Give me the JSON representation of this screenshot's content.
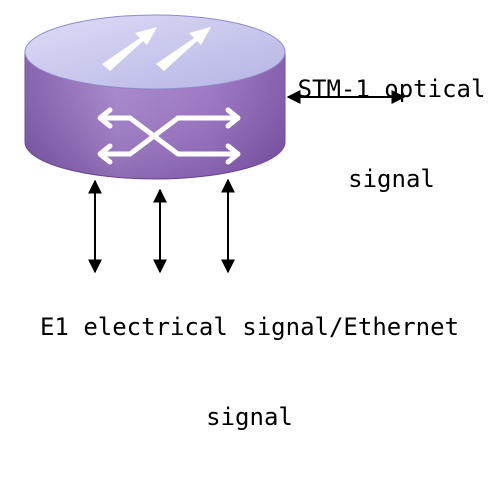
{
  "labels": {
    "stm_line1": "STM-1 optical",
    "stm_line2": "signal",
    "e1_line1": "E1 electrical signal/Ethernet",
    "e1_line2": "signal"
  },
  "colors": {
    "cylinder_top": "#c8c8ec",
    "cylinder_side": "#9a74c2",
    "arrow_white": "#ffffff",
    "line_black": "#000000"
  },
  "icons": {
    "device": "network-element-cylinder",
    "top_arrows": "double-diagonal-arrows",
    "cross_connect": "cross-connect-arrows"
  }
}
